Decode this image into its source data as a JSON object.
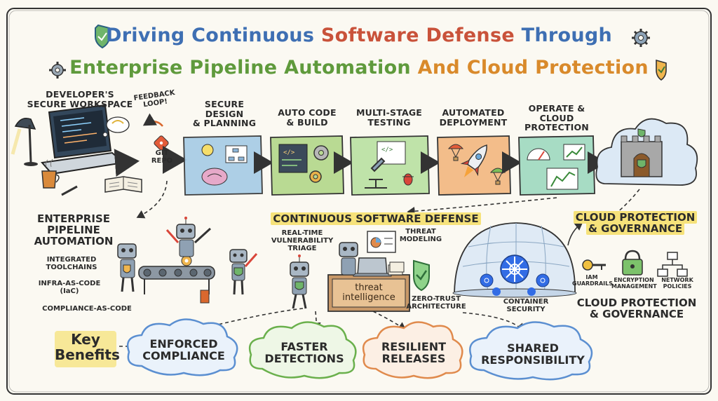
{
  "title": {
    "line1_parts": [
      "Driving Continuous ",
      "Software Defense ",
      "Through"
    ],
    "line2_parts": [
      "Enterprise Pipeline Automation ",
      "And Cloud Protection"
    ],
    "colors": {
      "blue": "#3e6fb3",
      "red": "#c9523a",
      "green": "#5f9a3c",
      "orange": "#d98a2b"
    }
  },
  "pipeline": {
    "workspace": [
      "DEVELOPER'S",
      "SECURE WORKSPACE"
    ],
    "feedback": [
      "FEEDBACK",
      "LOOP!"
    ],
    "git": [
      "GIT",
      "REPO"
    ],
    "stages": [
      {
        "label": [
          "SECURE",
          "DESIGN",
          "& PLANNING"
        ],
        "color": "#a9cde6"
      },
      {
        "label": [
          "AUTO CODE",
          "& BUILD"
        ],
        "color": "#b9da93"
      },
      {
        "label": [
          "MULTI-STAGE",
          "TESTING"
        ],
        "color": "#bfe3a9"
      },
      {
        "label": [
          "AUTOMATED",
          "DEPLOYMENT"
        ],
        "color": "#f3bd8a"
      },
      {
        "label": [
          "OPERATE &",
          "CLOUD",
          "PROTECTION"
        ],
        "color": "#a7dcc4"
      }
    ],
    "code_glyph": "</>"
  },
  "automation": {
    "heading": [
      "ENTERPRISE",
      "PIPELINE",
      "AUTOMATION"
    ],
    "items": [
      [
        "INTEGRATED",
        "TOOLCHAINS"
      ],
      [
        "INFRA-AS-CODE",
        "(IaC)"
      ],
      [
        "COMPLIANCE-AS-CODE"
      ]
    ]
  },
  "defense": {
    "heading": "CONTINUOUS SOFTWARE DEFENSE",
    "triage": [
      "REAL-TIME",
      "VULNERABILITY",
      "TRIAGE"
    ],
    "threat_modeling": [
      "THREAT",
      "MODELING"
    ],
    "desk": [
      "threat",
      "intelligence"
    ],
    "zero_trust": [
      "ZERO-TRUST",
      "ARCHITECTURE"
    ],
    "container": [
      "CONTAINER",
      "SECURITY"
    ]
  },
  "cloud_gov": {
    "heading": [
      "CLOUD PROTECTION",
      "& GOVERNANCE"
    ],
    "icons": [
      [
        "IAM",
        "GUARDRAILS"
      ],
      [
        "ENCRYPTION",
        "MANAGEMENT"
      ],
      [
        "NETWORK",
        "POLICIES"
      ]
    ],
    "footer": [
      "CLOUD PROTECTION",
      "& GOVERNANCE"
    ]
  },
  "benefits": {
    "label": [
      "Key",
      "Benefits"
    ],
    "items": [
      {
        "text": [
          "ENFORCED",
          "COMPLIANCE"
        ],
        "color": "#5b8fd1"
      },
      {
        "text": [
          "FASTER",
          "DETECTIONS"
        ],
        "color": "#6ab04c"
      },
      {
        "text": [
          "RESILIENT",
          "RELEASES"
        ],
        "color": "#e08a4c"
      },
      {
        "text": [
          "SHARED",
          "RESPONSIBILITY"
        ],
        "color": "#5b8fd1"
      }
    ]
  }
}
